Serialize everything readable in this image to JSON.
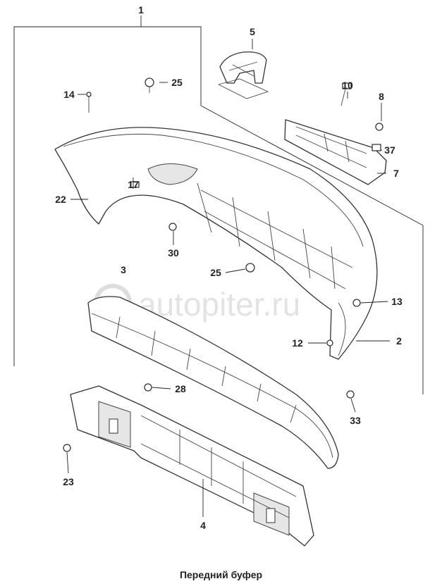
{
  "diagram_title": "Передний буфер",
  "watermark": "autopiter.ru",
  "callouts": {
    "p1": "1",
    "p5": "5",
    "p25a": "25",
    "p14": "14",
    "p10": "10",
    "p8": "8",
    "p37": "37",
    "p7": "7",
    "p17": "17",
    "p22": "22",
    "p30": "30",
    "p25b": "25",
    "p3": "3",
    "p13": "13",
    "p12": "12",
    "p2": "2",
    "p28": "28",
    "p33": "33",
    "p23": "23",
    "p4": "4"
  }
}
